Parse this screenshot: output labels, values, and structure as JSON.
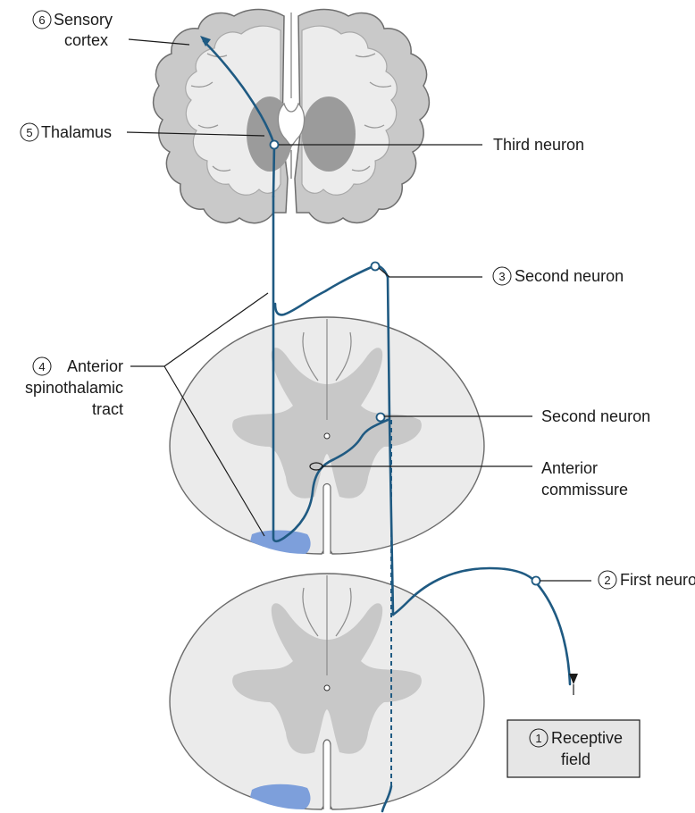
{
  "labels": {
    "sensory_cortex": {
      "number": "6",
      "line1": "Sensory",
      "line2": "cortex"
    },
    "thalamus": {
      "number": "5",
      "text": "Thalamus"
    },
    "third_neuron": {
      "text": "Third neuron"
    },
    "second_neuron_upper": {
      "number": "3",
      "text": "Second neuron"
    },
    "anterior_spinothalamic_tract": {
      "number": "4",
      "line1": "Anterior",
      "line2": "spinothalamic",
      "line3": "tract"
    },
    "second_neuron_lower": {
      "text": "Second neuron"
    },
    "anterior_commissure": {
      "line1": "Anterior",
      "line2": "commissure"
    },
    "first_neuron": {
      "number": "2",
      "text": "First neuron"
    },
    "receptive_field": {
      "number": "1",
      "line1": "Receptive",
      "line2": "field"
    }
  },
  "colors": {
    "nerve": "#1f5a82",
    "grey_matter": "#c8c8c8",
    "white_matter": "#ebebeb",
    "tract_highlight": "#7d9fdb",
    "label_box": "#e6e6e6"
  }
}
